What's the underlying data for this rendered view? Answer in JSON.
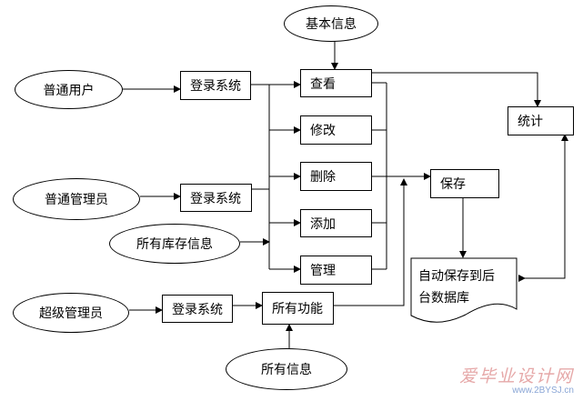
{
  "nodes": {
    "basic_info": "基本信息",
    "normal_user": "普通用户",
    "normal_admin": "普通管理员",
    "super_admin": "超级管理员",
    "all_stock_info": "所有库存信息",
    "all_info": "所有信息",
    "login_1": "登录系统",
    "login_2": "登录系统",
    "login_3": "登录系统",
    "view": "查看",
    "modify": "修改",
    "delete": "删除",
    "add": "添加",
    "manage": "管理",
    "all_functions": "所有功能",
    "save": "保存",
    "statistics": "统计",
    "autosave_line1": "自动保存到后",
    "autosave_line2": "台数据库"
  },
  "watermark": {
    "brand": "爱毕业设计网",
    "url": "www.2BYSJ.cn"
  }
}
